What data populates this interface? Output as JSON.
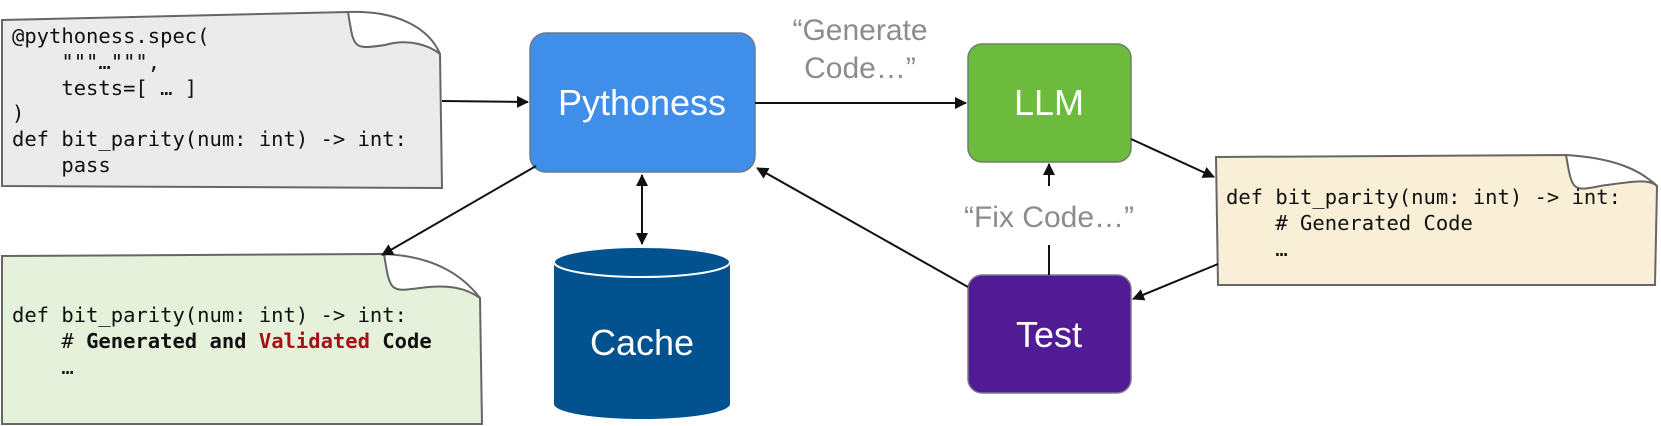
{
  "colors": {
    "pythoness": "#3f8fea",
    "llm": "#6cbb3c",
    "test": "#511b95",
    "cache": "#02528f",
    "note_input": "#ebebeb",
    "note_generated": "#f8efd6",
    "note_output": "#e6f1dc",
    "validated": "#a50f16"
  },
  "input_note": {
    "lines": [
      "@pythoness.spec(",
      "    \"\"\"…\"\"\",",
      "    tests=[ … ]",
      ")",
      "def bit_parity(num: int) -> int:",
      "    pass"
    ]
  },
  "nodes": {
    "pythoness": "Pythoness",
    "llm": "LLM",
    "test": "Test",
    "cache": "Cache"
  },
  "edge_labels": {
    "generate_line1": "“Generate",
    "generate_line2": "Code…”",
    "fix": "“Fix Code…”"
  },
  "generated_note": {
    "lines": [
      "def bit_parity(num: int) -> int:",
      "    # Generated Code",
      "    …"
    ]
  },
  "output_note": {
    "line1": "def bit_parity(num: int) -> int:",
    "comment_prefix": "    # ",
    "comment_bold1": "Generated and ",
    "comment_red": "Validated",
    "comment_bold2": " Code",
    "line3": "    …"
  }
}
